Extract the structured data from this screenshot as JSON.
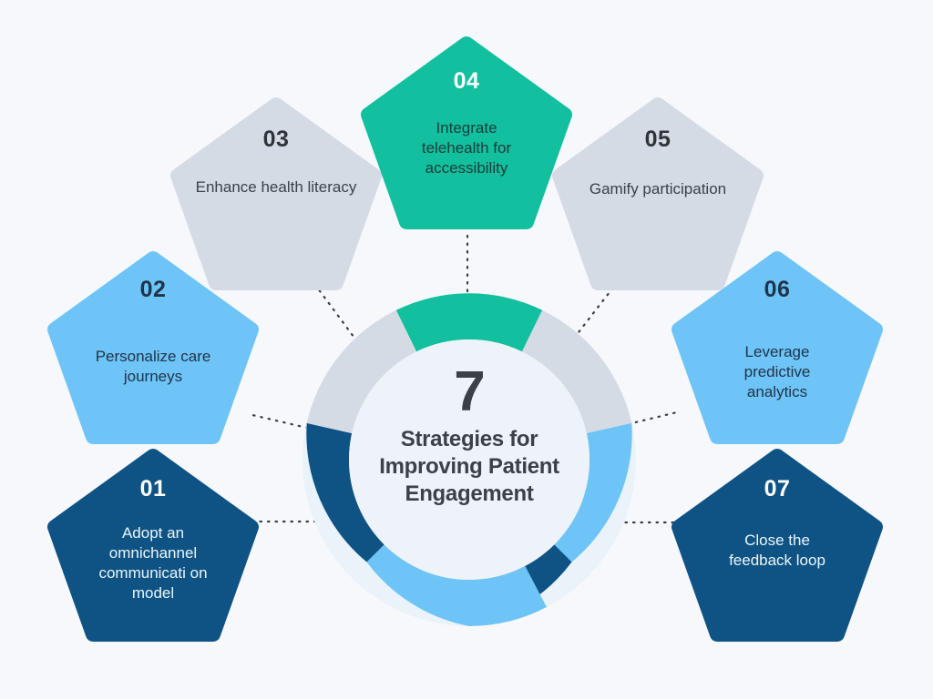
{
  "background_color": "#f7f8fc",
  "center": {
    "number": "7",
    "title": "Strategies for Improving Patient Engagement",
    "text_color": "#3b4148",
    "fill": "#eef3f9"
  },
  "palette": {
    "dark_blue": "#0f5384",
    "light_blue": "#6ec4f7",
    "gray": "#d5dbe5",
    "teal": "#12c0a0",
    "dark_text": "#20344a",
    "gray_text": "#3b4148",
    "white_text": "#ffffff",
    "connector": "#3d3d3d"
  },
  "nodes": [
    {
      "id": "01",
      "number": "01",
      "label": "Adopt an omnichannel communicati on model",
      "shape": "pentagon",
      "fill": "#0f5384",
      "num_color": "#ffffff",
      "label_color": "#eaf6fb",
      "name": "strategy-node-01"
    },
    {
      "id": "02",
      "number": "02",
      "label": "Personalize care journeys",
      "shape": "pentagon",
      "fill": "#6ec4f7",
      "num_color": "#20344a",
      "label_color": "#20344a",
      "name": "strategy-node-02"
    },
    {
      "id": "03",
      "number": "03",
      "label": "Enhance health literacy",
      "shape": "pentagon",
      "fill": "#d5dbe5",
      "num_color": "#2f3439",
      "label_color": "#3b4148",
      "name": "strategy-node-03"
    },
    {
      "id": "04",
      "number": "04",
      "label": "Integrate telehealth for accessibility",
      "shape": "pentagon",
      "fill": "#12c0a0",
      "num_color": "#ffffff",
      "label_color": "#1b3c38",
      "name": "strategy-node-04"
    },
    {
      "id": "05",
      "number": "05",
      "label": "Gamify participation",
      "shape": "pentagon",
      "fill": "#d5dbe5",
      "num_color": "#2f3439",
      "label_color": "#3b4148",
      "name": "strategy-node-05"
    },
    {
      "id": "06",
      "number": "06",
      "label": "Leverage predictive analytics",
      "shape": "pentagon",
      "fill": "#6ec4f7",
      "num_color": "#20344a",
      "label_color": "#20344a",
      "name": "strategy-node-06"
    },
    {
      "id": "07",
      "number": "07",
      "label": "Close the feedback loop",
      "shape": "pentagon",
      "fill": "#0f5384",
      "num_color": "#ffffff",
      "label_color": "#eaf6fb",
      "name": "strategy-node-07"
    }
  ],
  "chart_data": {
    "type": "pie",
    "title": "7 Strategies for Improving Patient Engagement",
    "subtitle": "",
    "xlabel": "",
    "ylabel": "",
    "legend_position": "none",
    "grid": false,
    "donut": true,
    "inner_radius_ratio": 0.72,
    "start_angle_deg": -90,
    "categories": [
      "Integrate telehealth for accessibility",
      "Gamify participation",
      "Leverage predictive analytics",
      "Close the feedback loop",
      "Adopt an omnichannel communication model",
      "Personalize care journeys",
      "Enhance health literacy"
    ],
    "values": [
      14.3,
      14.3,
      14.3,
      14.3,
      14.3,
      14.3,
      14.3
    ],
    "segment_colors": [
      "#12c0a0",
      "#d5dbe5",
      "#6ec4f7",
      "#0f5384",
      "#6ec4f7",
      "#0f5384",
      "#d5dbe5"
    ],
    "segment_order_clockwise_from_top": [
      {
        "label": "04",
        "color": "#12c0a0",
        "start_deg": -26,
        "end_deg": 26
      },
      {
        "label": "05",
        "color": "#d5dbe5",
        "start_deg": 26,
        "end_deg": 77
      },
      {
        "label": "06",
        "color": "#6ec4f7",
        "start_deg": 77,
        "end_deg": 128
      },
      {
        "label": "07",
        "color": "#0f5384",
        "start_deg": 128,
        "end_deg": 180
      },
      {
        "label": "01",
        "color": "#6ec4f7",
        "start_deg": 180,
        "end_deg": 231
      },
      {
        "label": "02",
        "color": "#0f5384",
        "start_deg": 231,
        "end_deg": 282
      },
      {
        "label": "03",
        "color": "#d5dbe5",
        "start_deg": 282,
        "end_deg": 334
      }
    ],
    "annotations": [
      "7",
      "Strategies for Improving Patient Engagement"
    ]
  }
}
